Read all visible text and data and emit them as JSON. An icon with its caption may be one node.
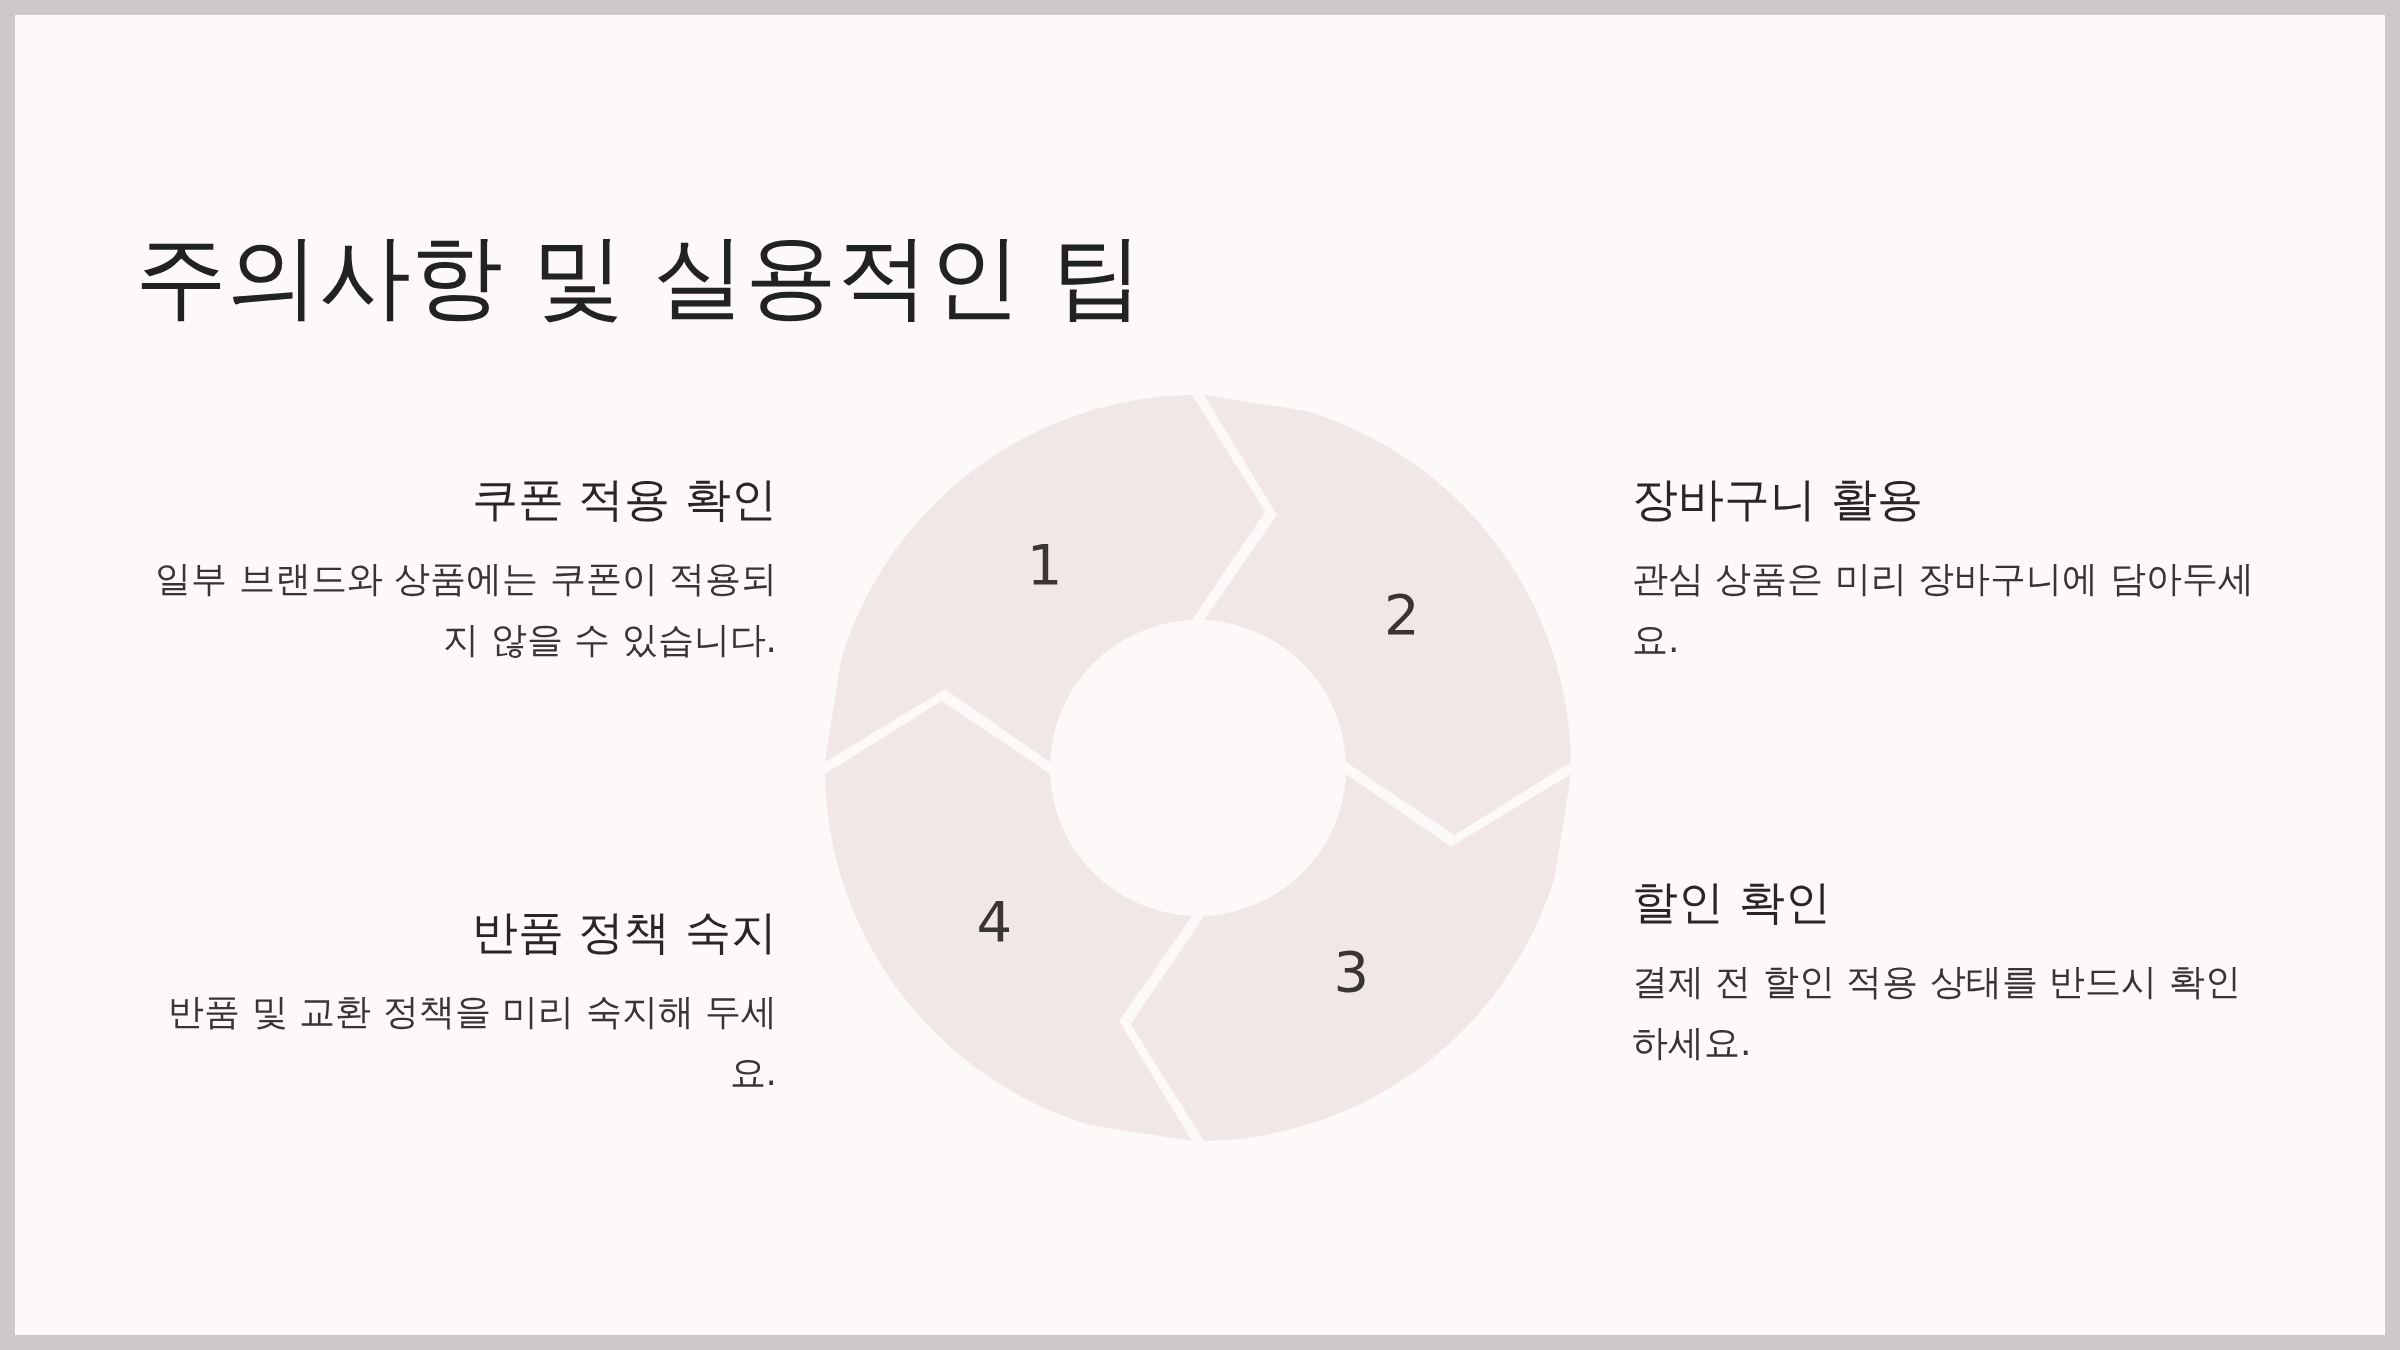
{
  "diagram": {
    "title": "주의사항 및 실용적인 팁",
    "nodes": [
      {
        "text": [
          "1"
        ],
        "beside": [
          "쿠폰 적용 확인",
          "일부 브랜드와 상품에는 쿠폰이 적용되지 않을 수 있습니다."
        ]
      },
      {
        "text": [
          "2"
        ],
        "beside": [
          "장바구니 활용",
          "관심 상품은 미리 장바구니에 담아두세요."
        ]
      },
      {
        "text": [
          "3"
        ],
        "beside": [
          "할인 확인",
          "결제 전 할인 적용 상태를 반드시 확인하세요."
        ]
      },
      {
        "text": [
          "4"
        ],
        "beside": [
          "반품 정책 숙지",
          "반품 및 교환 정책을 미리 숙지해 두세요."
        ]
      }
    ],
    "edges": []
  }
}
